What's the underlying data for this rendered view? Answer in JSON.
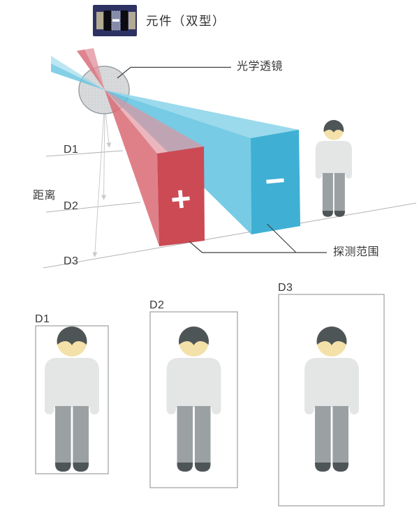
{
  "component": {
    "label": "元件（双型）"
  },
  "diagram": {
    "lens_label": "光学透镜",
    "distance_label": "距离",
    "range_label": "探测范围",
    "plus_label": "+",
    "minus_label": "−",
    "markers": {
      "d1": "D1",
      "d2": "D2",
      "d3": "D3"
    },
    "colors": {
      "red_front": "#cb4a54",
      "red_top": "#e2939d",
      "red_side": "#d96a74",
      "blue_front": "#3fb0d3",
      "blue_top": "#8fd6ea",
      "blue_side": "#55bedd",
      "lens_fill": "#d5d7d9",
      "lens_stroke": "#9aa0a4",
      "guide_line": "#b3b3b6",
      "arrow": "#c8cbcc",
      "leader": "#3e3e42",
      "sensor_navy": "#2d3263",
      "sensor_beige": "#b3aa92",
      "sensor_black": "#0b0b10",
      "sensor_center": "#868ca8",
      "sensor_window": "#ffffff"
    }
  },
  "person_colors": {
    "hair": "#4e5557",
    "face": "#f4e1a9",
    "body": "#e4e5e5",
    "legs": "#9ba0a2",
    "feet": "#4e5557"
  },
  "frames": {
    "border": "#9b9fa1",
    "items": [
      {
        "label": "D1"
      },
      {
        "label": "D2"
      },
      {
        "label": "D3"
      }
    ]
  }
}
